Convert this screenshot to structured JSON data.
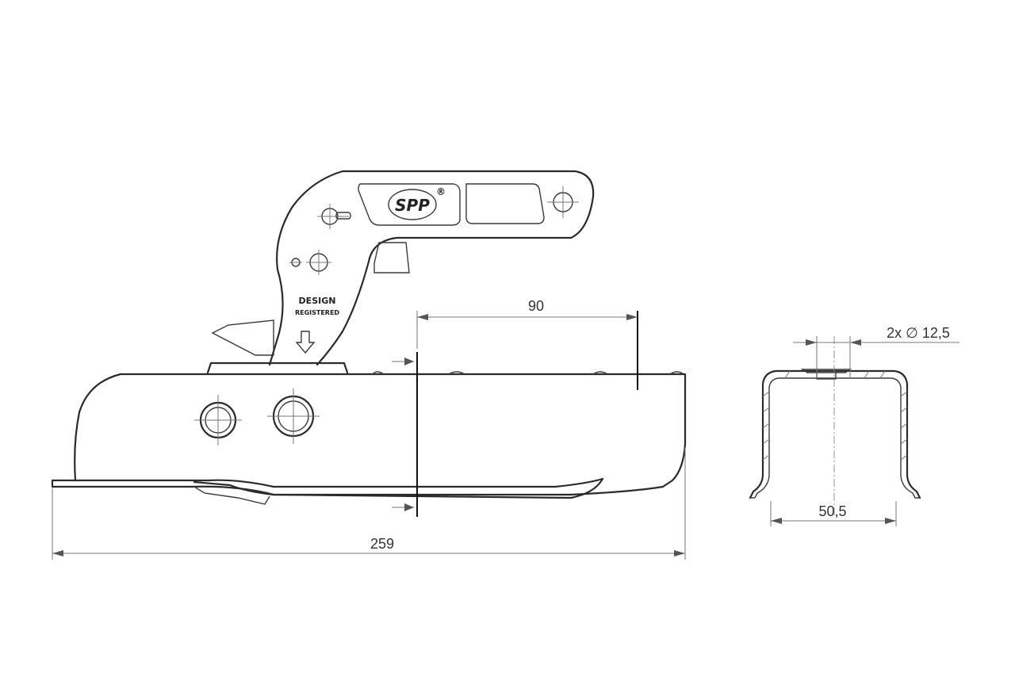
{
  "drawing": {
    "dimensions": {
      "overall_length": "259",
      "mount_distance": "90",
      "profile_width": "50,5",
      "holes": "2x ∅ 12,5"
    },
    "markings": {
      "brand": "SPP",
      "registered": "®",
      "design_line1": "DESIGN",
      "design_line2": "REGISTERED"
    },
    "colors": {
      "line": "#2b2b2b",
      "dimension": "#777777",
      "background": "#ffffff"
    }
  }
}
